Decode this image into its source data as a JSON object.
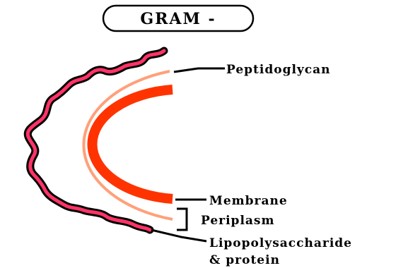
{
  "title": "GRAM -",
  "labels": {
    "peptidoglycan": "Peptidoglycan",
    "membrane": "Membrane",
    "periplasm": "Periplasm",
    "lps_line1": "Lipopolysaccharide",
    "lps_line2": "& protein"
  },
  "colors": {
    "outer_membrane_fill": "#ff3366",
    "outer_membrane_outline": "#000000",
    "peptidoglycan": "#ffa07a",
    "inner_membrane": "#ff3300",
    "text": "#000000"
  }
}
